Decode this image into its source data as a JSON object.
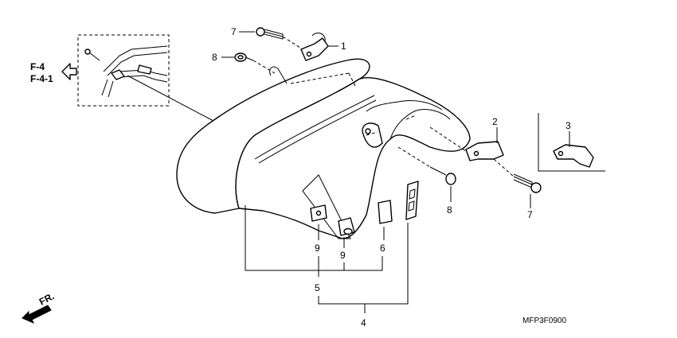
{
  "references": {
    "ref1": "F-4",
    "ref2": "F-4-1"
  },
  "callouts": {
    "c1": "1",
    "c2": "2",
    "c3": "3",
    "c4": "4",
    "c5": "5",
    "c6": "6",
    "c7a": "7",
    "c7b": "7",
    "c8a": "8",
    "c8b": "8",
    "c9a": "9",
    "c9b": "9"
  },
  "direction_label": "FR.",
  "diagram_code": "MFP3F0900"
}
